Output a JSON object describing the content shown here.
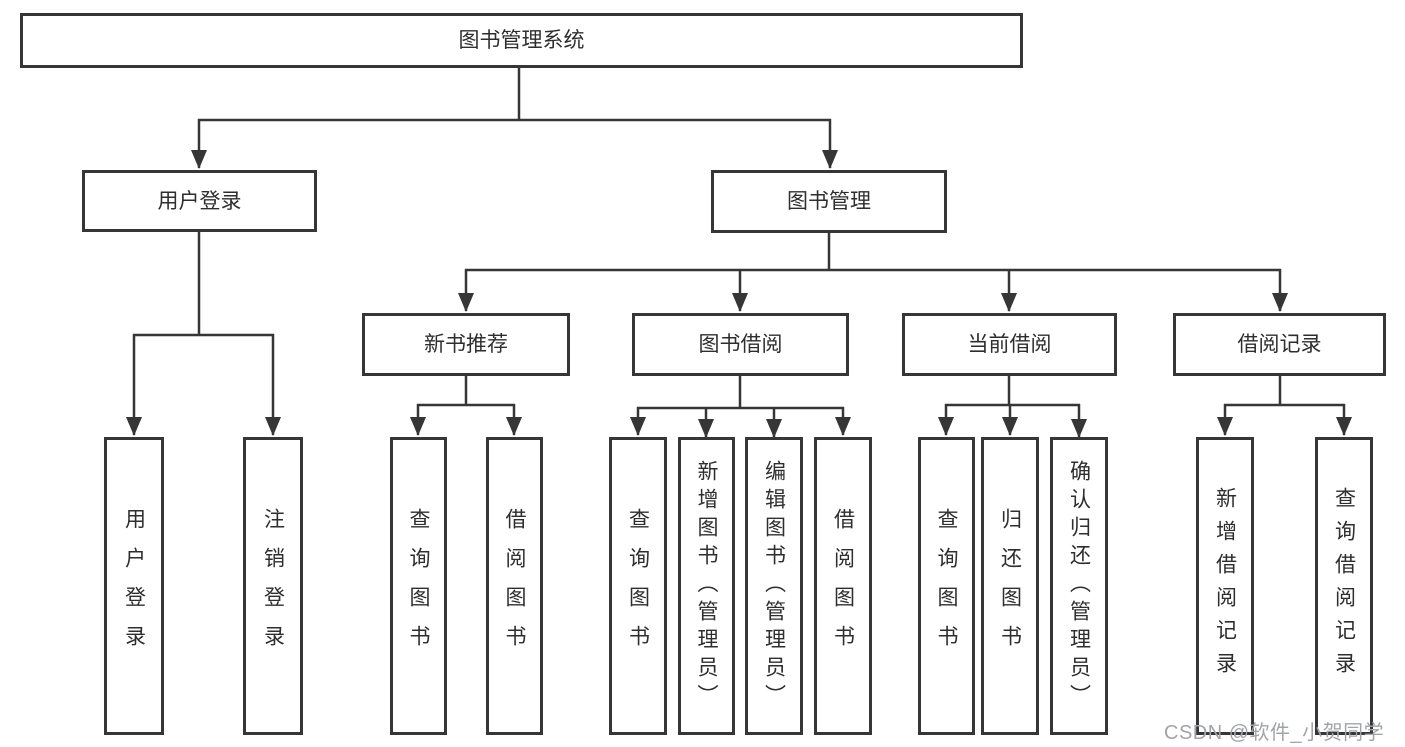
{
  "diagram_title": "图书管理系统",
  "tree": {
    "label": "图书管理系统",
    "children": [
      {
        "label": "用户登录",
        "children": [
          {
            "label": "用户登录"
          },
          {
            "label": "注销登录"
          }
        ]
      },
      {
        "label": "图书管理",
        "children": [
          {
            "label": "新书推荐",
            "children": [
              {
                "label": "查询图书"
              },
              {
                "label": "借阅图书"
              }
            ]
          },
          {
            "label": "图书借阅",
            "children": [
              {
                "label": "查询图书"
              },
              {
                "label": "新增图书（管理员）"
              },
              {
                "label": "编辑图书（管理员）"
              },
              {
                "label": "借阅图书"
              }
            ]
          },
          {
            "label": "当前借阅",
            "children": [
              {
                "label": "查询图书"
              },
              {
                "label": "归还图书"
              },
              {
                "label": "确认归还（管理员）"
              }
            ]
          },
          {
            "label": "借阅记录",
            "children": [
              {
                "label": "新增借阅记录"
              },
              {
                "label": "查询借阅记录"
              }
            ]
          }
        ]
      }
    ]
  },
  "watermark": {
    "text": "CSDN @软件_小贺同学"
  },
  "colors": {
    "line": "#363636",
    "box_border": "#363636",
    "text": "#2e2e2e",
    "watermark": "#a2a4ab",
    "background": "#ffffff"
  }
}
